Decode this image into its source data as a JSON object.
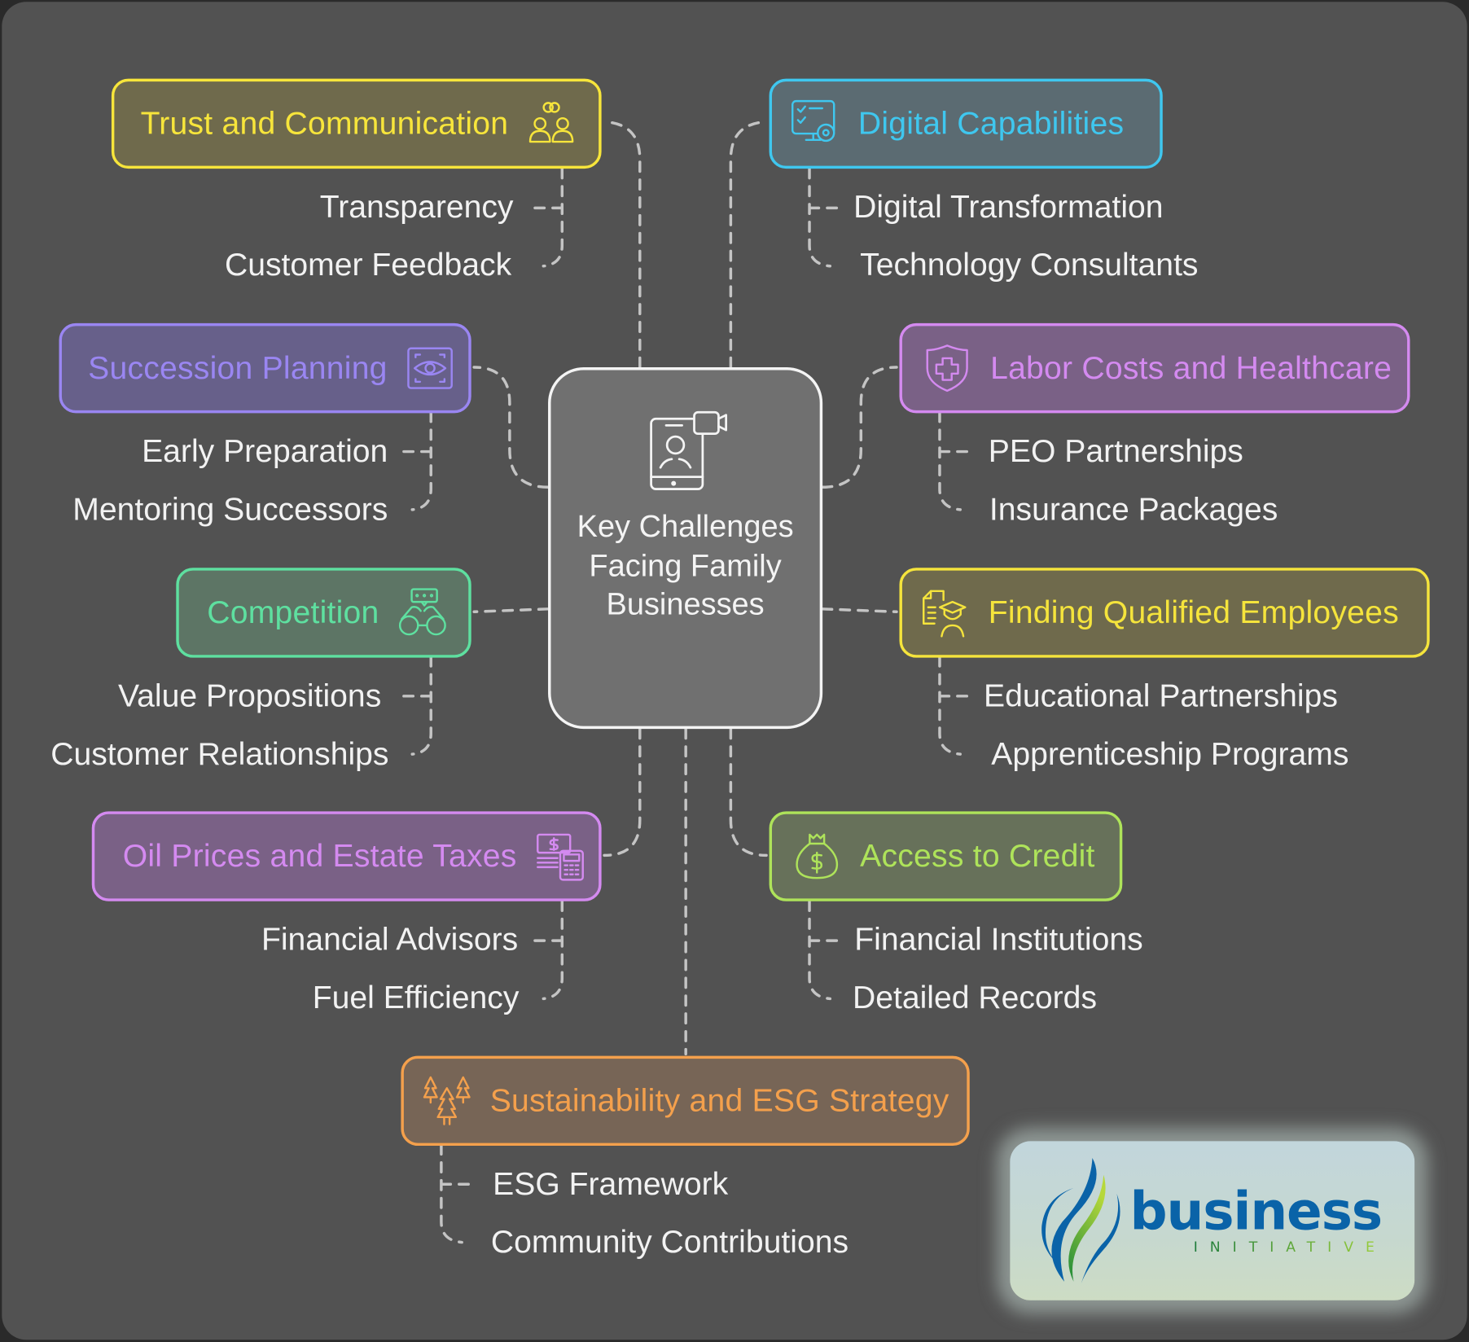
{
  "diagram": {
    "center": {
      "title": "Key Challenges Facing Family Businesses",
      "icon": "smartphone-video-call-icon"
    },
    "nodes": [
      {
        "id": "trust",
        "title": "Trust and Communication",
        "icon": "people-handshake-icon",
        "color": "#f7e53b",
        "fill": "#6f6a4c",
        "children": [
          "Transparency",
          "Customer Feedback"
        ]
      },
      {
        "id": "digital",
        "title": "Digital Capabilities",
        "icon": "monitor-checklist-gear-icon",
        "color": "#3fc7ef",
        "fill": "#5b6b72",
        "children": [
          "Digital Transformation",
          "Technology Consultants"
        ]
      },
      {
        "id": "succession",
        "title": "Succession Planning",
        "icon": "eye-scan-icon",
        "color": "#9a86f2",
        "fill": "#67608a",
        "children": [
          "Early Preparation",
          "Mentoring Successors"
        ]
      },
      {
        "id": "labor",
        "title": "Labor Costs and Healthcare",
        "icon": "shield-medical-cross-icon",
        "color": "#d48af0",
        "fill": "#7a6186",
        "children": [
          "PEO Partnerships",
          "Insurance Packages"
        ]
      },
      {
        "id": "competition",
        "title": "Competition",
        "icon": "binoculars-chat-icon",
        "color": "#5ee0a0",
        "fill": "#5d7565",
        "children": [
          "Value Propositions",
          "Customer Relationships"
        ]
      },
      {
        "id": "employees",
        "title": "Finding Qualified Employees",
        "icon": "resume-graduate-icon",
        "color": "#f5e43c",
        "fill": "#6f6a4c",
        "children": [
          "Educational Partnerships",
          "Apprenticeship Programs"
        ]
      },
      {
        "id": "oil",
        "title": "Oil Prices and Estate Taxes",
        "icon": "money-calculator-icon",
        "color": "#d48af0",
        "fill": "#7a6186",
        "children": [
          "Financial Advisors",
          "Fuel Efficiency"
        ]
      },
      {
        "id": "credit",
        "title": "Access to Credit",
        "icon": "money-bag-dollar-icon",
        "color": "#aee35a",
        "fill": "#67715a",
        "children": [
          "Financial Institutions",
          "Detailed Records"
        ]
      },
      {
        "id": "esg",
        "title": "Sustainability and ESG Strategy",
        "icon": "pine-trees-icon",
        "color": "#f4a04c",
        "fill": "#776556",
        "children": [
          "ESG Framework",
          "Community Contributions"
        ]
      }
    ]
  },
  "logo": {
    "word": "business",
    "tagline": "INITIATIVE",
    "blue": "#0a63a8",
    "green": "#3f9a3a"
  },
  "theme": {
    "background": "#525252",
    "connector": "#c4c4c4",
    "subtopic_text": "#f2f2f2"
  }
}
